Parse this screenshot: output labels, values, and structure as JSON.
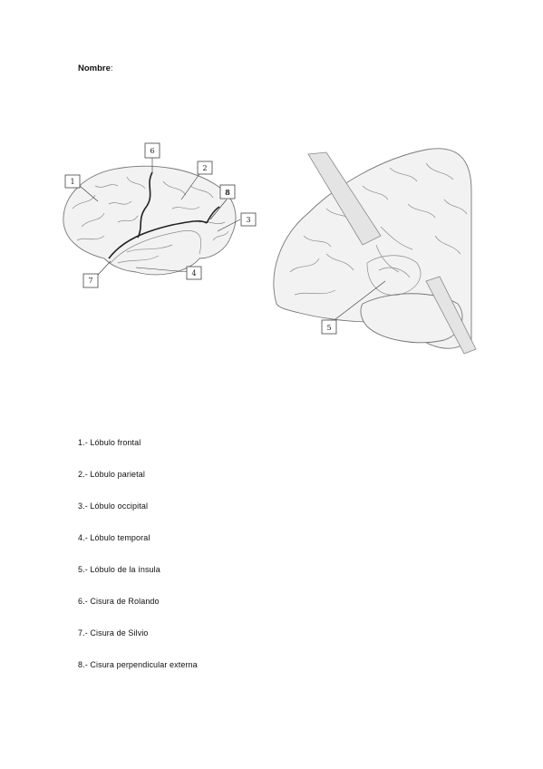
{
  "header": {
    "name_label": "Nombre",
    "name_colon": ":"
  },
  "figure": {
    "left_brain_labels": [
      "1",
      "2",
      "3",
      "4",
      "6",
      "7",
      "8"
    ],
    "right_brain_labels": [
      "5"
    ]
  },
  "legend": [
    "1.- Lóbulo frontal",
    "2.- Lóbulo parietal",
    "3.- Lóbulo occipital",
    "4.- Lóbulo temporal",
    "5.- Lóbulo de la ínsula",
    "6.- Cisura de Rolando",
    "7.- Cisura de Silvio",
    "8.- Cisura perpendicular externa"
  ]
}
